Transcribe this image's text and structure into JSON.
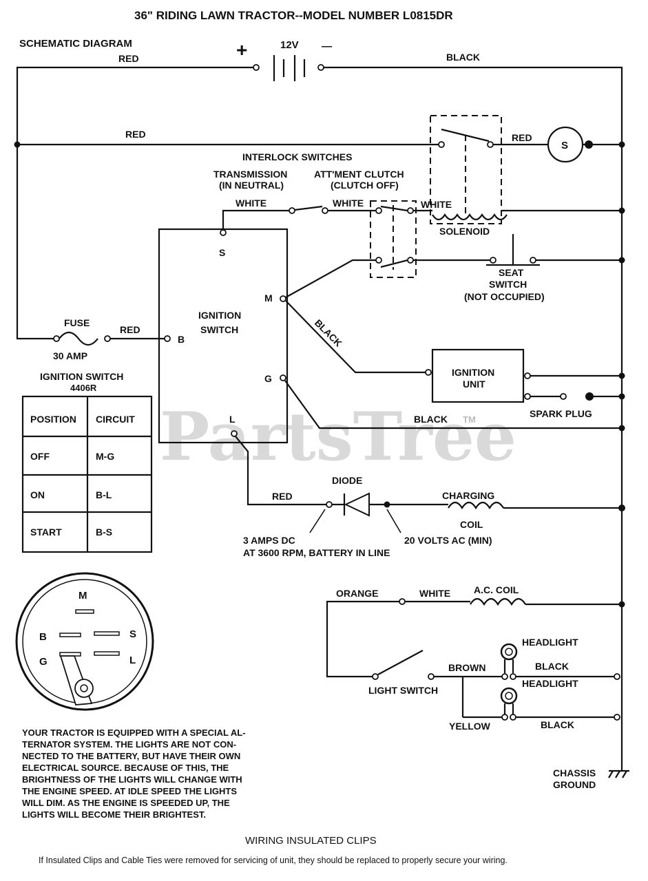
{
  "title": "36\" RIDING LAWN TRACTOR--MODEL NUMBER L0815DR",
  "schematic_label": "SCHEMATIC DIAGRAM",
  "battery": {
    "plus": "+",
    "voltage": "12V",
    "minus": "—"
  },
  "wires": {
    "red_top": "RED",
    "black_top": "BLACK",
    "red_mid": "RED",
    "red_starter": "RED",
    "white_1": "WHITE",
    "white_2": "WHITE",
    "white_3": "WHITE",
    "black_diag": "BLACK",
    "black_ground": "BLACK",
    "red_fuse": "RED",
    "red_diode": "RED",
    "orange": "ORANGE",
    "white_ac": "WHITE",
    "brown": "BROWN",
    "black_hl1": "BLACK",
    "yellow": "YELLOW",
    "black_hl2": "BLACK"
  },
  "starter": "S",
  "interlock_label": "INTERLOCK SWITCHES",
  "transmission": {
    "line1": "TRANSMISSION",
    "line2": "(IN NEUTRAL)"
  },
  "attachment_clutch": {
    "line1": "ATT'MENT CLUTCH",
    "line2": "(CLUTCH OFF)"
  },
  "solenoid": "SOLENOID",
  "seat_switch": {
    "line1": "SEAT",
    "line2": "SWITCH",
    "line3": "(NOT OCCUPIED)"
  },
  "ignition_switch_box": {
    "line1": "IGNITION",
    "line2": "SWITCH",
    "term_s": "S",
    "term_m": "M",
    "term_b": "B",
    "term_g": "G",
    "term_l": "L"
  },
  "fuse": {
    "label": "FUSE",
    "rating": "30 AMP"
  },
  "ignition_unit": {
    "line1": "IGNITION",
    "line2": "UNIT"
  },
  "spark_plug": "SPARK PLUG",
  "watermark": "PartsTree",
  "trademark": "TM",
  "diode": "DIODE",
  "charging_coil": {
    "line1": "CHARGING",
    "line2": "COIL"
  },
  "dc_note": {
    "line1": "3 AMPS DC",
    "line2": "AT 3600 RPM, BATTERY IN LINE"
  },
  "ac_note": "20 VOLTS AC (MIN)",
  "ac_coil": "A.C. COIL",
  "headlight_1": "HEADLIGHT",
  "headlight_2": "HEADLIGHT",
  "light_switch": "LIGHT SWITCH",
  "chassis_ground": {
    "line1": "CHASSIS",
    "line2": "GROUND"
  },
  "table": {
    "title": "IGNITION SWITCH",
    "part": "4406R",
    "headers": [
      "POSITION",
      "CIRCUIT"
    ],
    "rows": [
      [
        "OFF",
        "M-G"
      ],
      [
        "ON",
        "B-L"
      ],
      [
        "START",
        "B-S"
      ]
    ]
  },
  "connector": {
    "m": "M",
    "b": "B",
    "s": "S",
    "g": "G",
    "l": "L"
  },
  "note": [
    "YOUR TRACTOR IS EQUIPPED WITH A SPECIAL AL-",
    "TERNATOR SYSTEM. THE LIGHTS ARE NOT CON-",
    "NECTED TO THE BATTERY, BUT HAVE THEIR OWN",
    "ELECTRICAL SOURCE. BECAUSE OF THIS, THE",
    "BRIGHTNESS OF THE LIGHTS WILL CHANGE WITH",
    "THE ENGINE SPEED. AT IDLE SPEED THE LIGHTS",
    "WILL DIM. AS THE ENGINE IS SPEEDED UP, THE",
    "LIGHTS WILL BECOME THEIR BRIGHTEST."
  ],
  "clips_heading": "WIRING INSULATED CLIPS",
  "clips_note": "If Insulated Clips and Cable Ties were removed for servicing of unit, they should be replaced to properly secure your wiring."
}
